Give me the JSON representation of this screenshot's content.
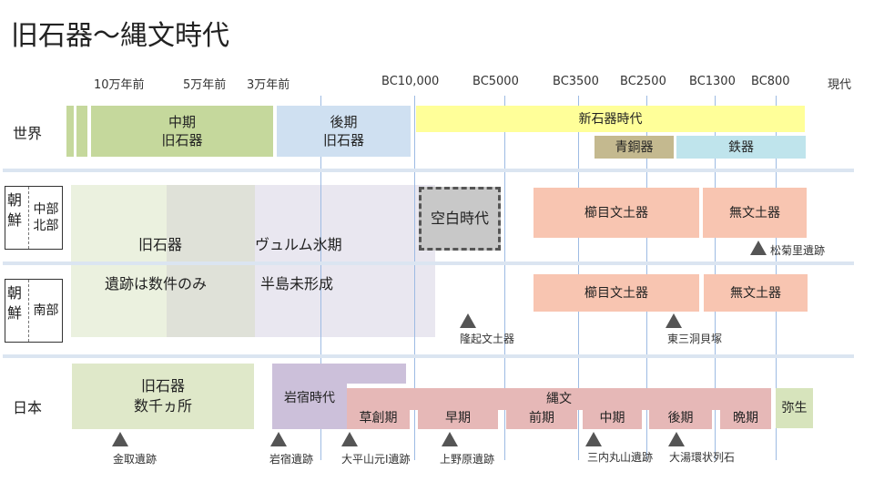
{
  "title": "旧石器〜縄文時代",
  "axis": [
    "10万年前",
    "5万年前",
    "3万年前",
    "BC10,000",
    "BC5000",
    "BC3500",
    "BC2500",
    "BC1300",
    "BC800",
    "現代"
  ],
  "rows": {
    "world": "世界",
    "korea_north": {
      "a": "朝鮮",
      "b": "中部\n北部"
    },
    "korea_south": {
      "a": "朝鮮",
      "b": "南部"
    },
    "japan": "日本"
  },
  "world": {
    "middle": "中期\n旧石器",
    "upper": "後期\n旧石器",
    "neolithic": "新石器時代",
    "bronze": "青銅器",
    "iron": "鉄器"
  },
  "korea": {
    "paleo": "旧石器",
    "few_sites": "遺跡は数件のみ",
    "wurm": "ヴュルム氷期",
    "peninsula": "半島未形成",
    "blank": "空白時代",
    "comb_n": "櫛目文土器",
    "mumun_n": "無文土器",
    "comb_s": "櫛目文土器",
    "mumun_s": "無文土器"
  },
  "korea_sites": [
    "松菊里遺跡",
    "隆起文土器",
    "東三洞貝塚"
  ],
  "japan": {
    "paleo": "旧石器\n数千ヵ所",
    "iwajuku": "岩宿時代",
    "jomon": "縄文",
    "periods": [
      "草創期",
      "早期",
      "前期",
      "中期",
      "後期",
      "晩期"
    ],
    "yayoi": "弥生"
  },
  "japan_sites": [
    "金取遺跡",
    "岩宿遺跡",
    "大平山元I遺跡",
    "上野原遺跡",
    "三内丸山遺跡",
    "大湯環状列石"
  ]
}
